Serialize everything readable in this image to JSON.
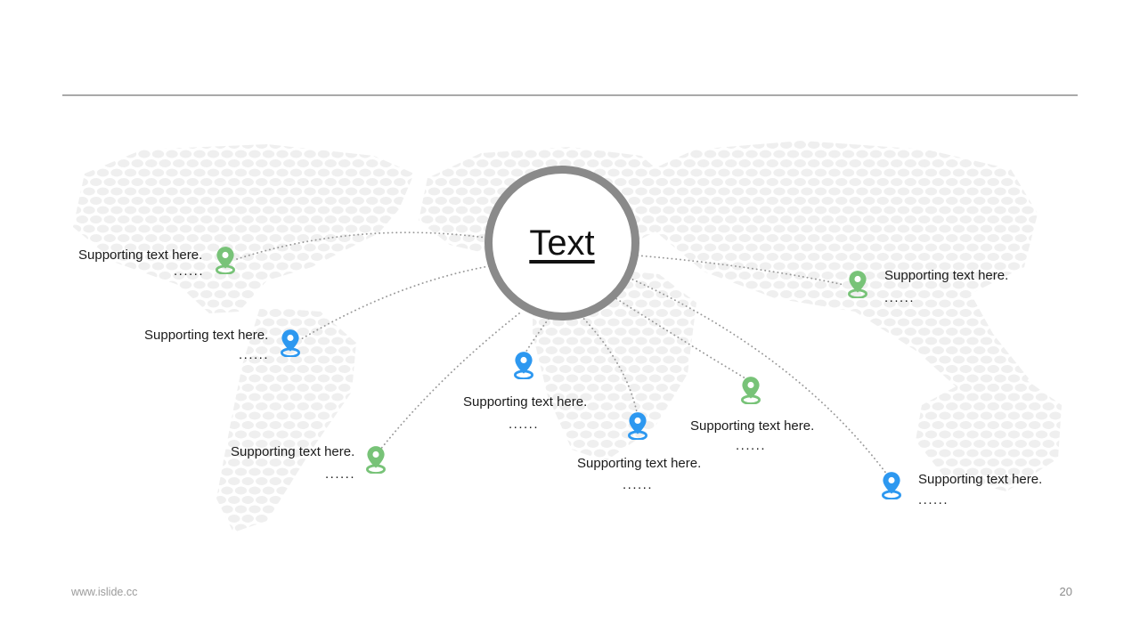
{
  "slide": {
    "title_circle": {
      "label": "Text"
    },
    "pins": [
      {
        "label": "Supporting text here.",
        "note": "......",
        "color": "green"
      },
      {
        "label": "Supporting text here.",
        "note": "......",
        "color": "blue"
      },
      {
        "label": "Supporting text here.",
        "note": "......",
        "color": "green"
      },
      {
        "label": "Supporting text here.",
        "note": "......",
        "color": "blue"
      },
      {
        "label": "Supporting text here.",
        "note": "......",
        "color": "blue"
      },
      {
        "label": "Supporting text here.",
        "note": "......",
        "color": "green"
      },
      {
        "label": "Supporting text here.",
        "note": "......",
        "color": "green"
      },
      {
        "label": "Supporting text here.",
        "note": "......",
        "color": "blue"
      }
    ],
    "footer": {
      "website": "www.islide.cc",
      "page_number": "20"
    },
    "colors": {
      "pin_green": "#78C378",
      "pin_blue": "#2D98F0",
      "circle_ring": "#8A8A8A",
      "connector_dots": "#999999",
      "map_dots": "#EFEFEF",
      "divider": "#A9A9A9"
    }
  }
}
